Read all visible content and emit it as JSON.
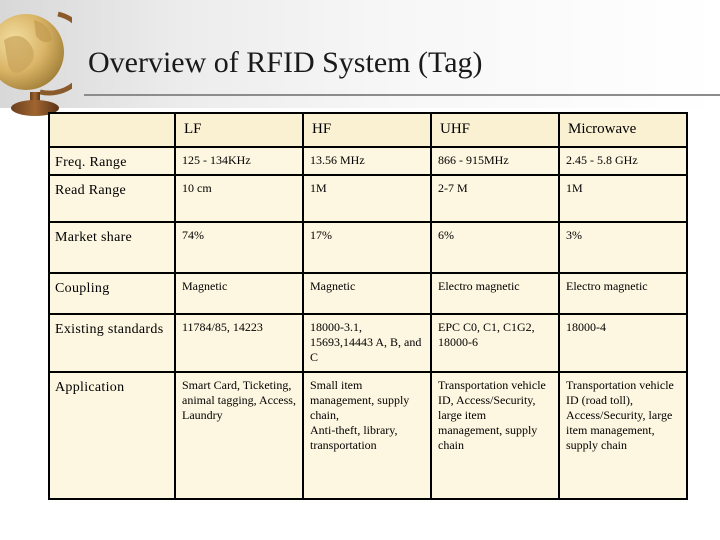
{
  "slide": {
    "title": "Overview of RFID System (Tag)"
  },
  "table": {
    "columns": [
      "",
      "LF",
      "HF",
      "UHF",
      "Microwave"
    ],
    "rows": [
      {
        "label": "Freq. Range",
        "cells": [
          "125 - 134KHz",
          "13.56 MHz",
          "866 - 915MHz",
          "2.45 - 5.8 GHz"
        ]
      },
      {
        "label": "Read Range",
        "cells": [
          "10 cm",
          "1M",
          "2-7 M",
          "1M"
        ]
      },
      {
        "label": "Market share",
        "cells": [
          "74%",
          "17%",
          "6%",
          "3%"
        ]
      },
      {
        "label": "Coupling",
        "cells": [
          "Magnetic",
          "Magnetic",
          "Electro magnetic",
          "Electro magnetic"
        ]
      },
      {
        "label": "Existing standards",
        "cells": [
          "11784/85, 14223",
          "18000-3.1, 15693,14443 A, B, and C",
          "EPC C0, C1, C1G2, 18000-6",
          "18000-4"
        ]
      },
      {
        "label": "Application",
        "cells": [
          "Smart Card, Ticketing, animal tagging, Access, Laundry",
          "Small item management, supply chain,\nAnti-theft, library, transportation",
          "Transportation vehicle ID,  Access/Security, large item management, supply chain",
          "Transportation vehicle ID (road toll), Access/Security, large item management, supply chain"
        ]
      }
    ]
  },
  "colors": {
    "header_fill": "#faf0d2",
    "cell_fill": "#fdf6e0",
    "border": "#000000",
    "title_rule": "#8c8c8c"
  },
  "icons": {
    "decoration": "globe-icon"
  }
}
